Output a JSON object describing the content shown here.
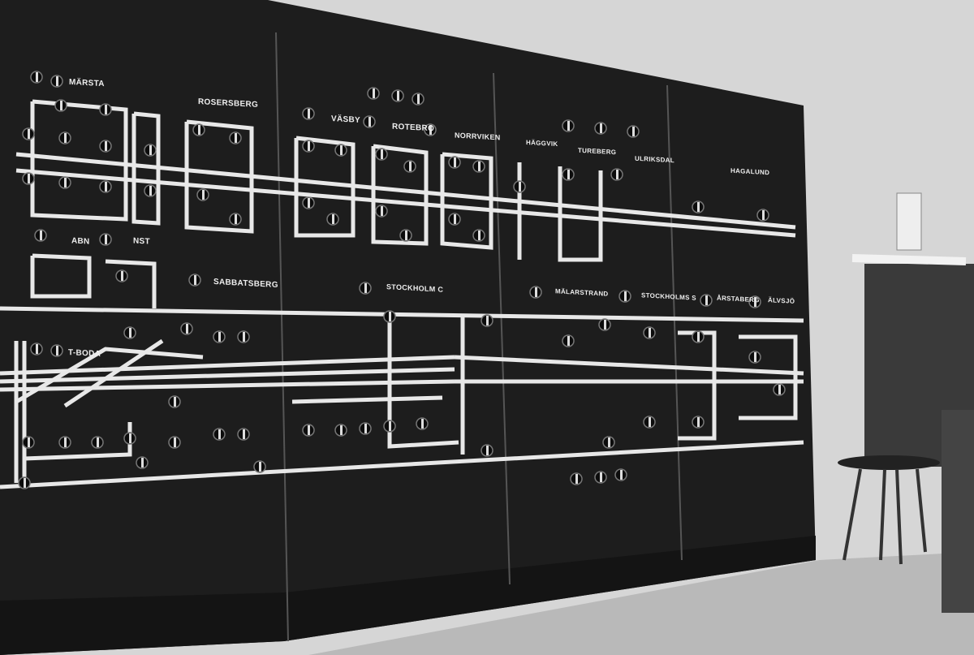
{
  "panel": {
    "stations": [
      {
        "name": "MÄRSTA"
      },
      {
        "name": "ROSERSBERG"
      },
      {
        "name": "VÄSBY"
      },
      {
        "name": "ROTEBRO"
      },
      {
        "name": "NORRVIKEN"
      },
      {
        "name": "HÄGGVIK"
      },
      {
        "name": "TUREBERG"
      },
      {
        "name": "ULRIKSDAL"
      },
      {
        "name": "HAGALUND"
      },
      {
        "name": "ABN"
      },
      {
        "name": "NST"
      },
      {
        "name": "SABBATSBERG"
      },
      {
        "name": "STOCKHOLM C"
      },
      {
        "name": "MÄLARSTRAND"
      },
      {
        "name": "STOCKHOLMS S"
      },
      {
        "name": "ÅRSTABERG"
      },
      {
        "name": "ÄLVSJÖ"
      },
      {
        "name": "T-BODA"
      }
    ]
  },
  "colors": {
    "panel": "#1c1c1c",
    "track": "#e6e6e6",
    "wall": "#d4d4d4",
    "floor": "#bdbdbd"
  }
}
